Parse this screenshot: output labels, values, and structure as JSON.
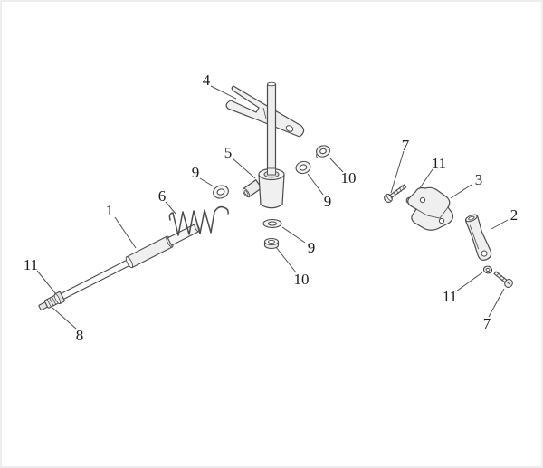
{
  "page": {
    "background": "#ffffff",
    "border_color": "#dedede"
  },
  "diagram": {
    "type": "exploded-parts-diagram",
    "line_color": "#4b4b4b",
    "label_color": "#1c1c1c",
    "labels": [
      {
        "id": "1",
        "text": "1"
      },
      {
        "id": "2",
        "text": "2"
      },
      {
        "id": "3",
        "text": "3"
      },
      {
        "id": "4",
        "text": "4"
      },
      {
        "id": "5",
        "text": "5"
      },
      {
        "id": "6",
        "text": "6"
      },
      {
        "id": "7-upper",
        "text": "7"
      },
      {
        "id": "7-lower",
        "text": "7"
      },
      {
        "id": "8",
        "text": "8"
      },
      {
        "id": "9-left",
        "text": "9"
      },
      {
        "id": "9-upper-right",
        "text": "9"
      },
      {
        "id": "9-lower",
        "text": "9"
      },
      {
        "id": "10-upper",
        "text": "10"
      },
      {
        "id": "10-lower",
        "text": "10"
      },
      {
        "id": "11-left",
        "text": "11"
      },
      {
        "id": "11-upper-right",
        "text": "11"
      },
      {
        "id": "11-lower-right",
        "text": "11"
      }
    ]
  }
}
